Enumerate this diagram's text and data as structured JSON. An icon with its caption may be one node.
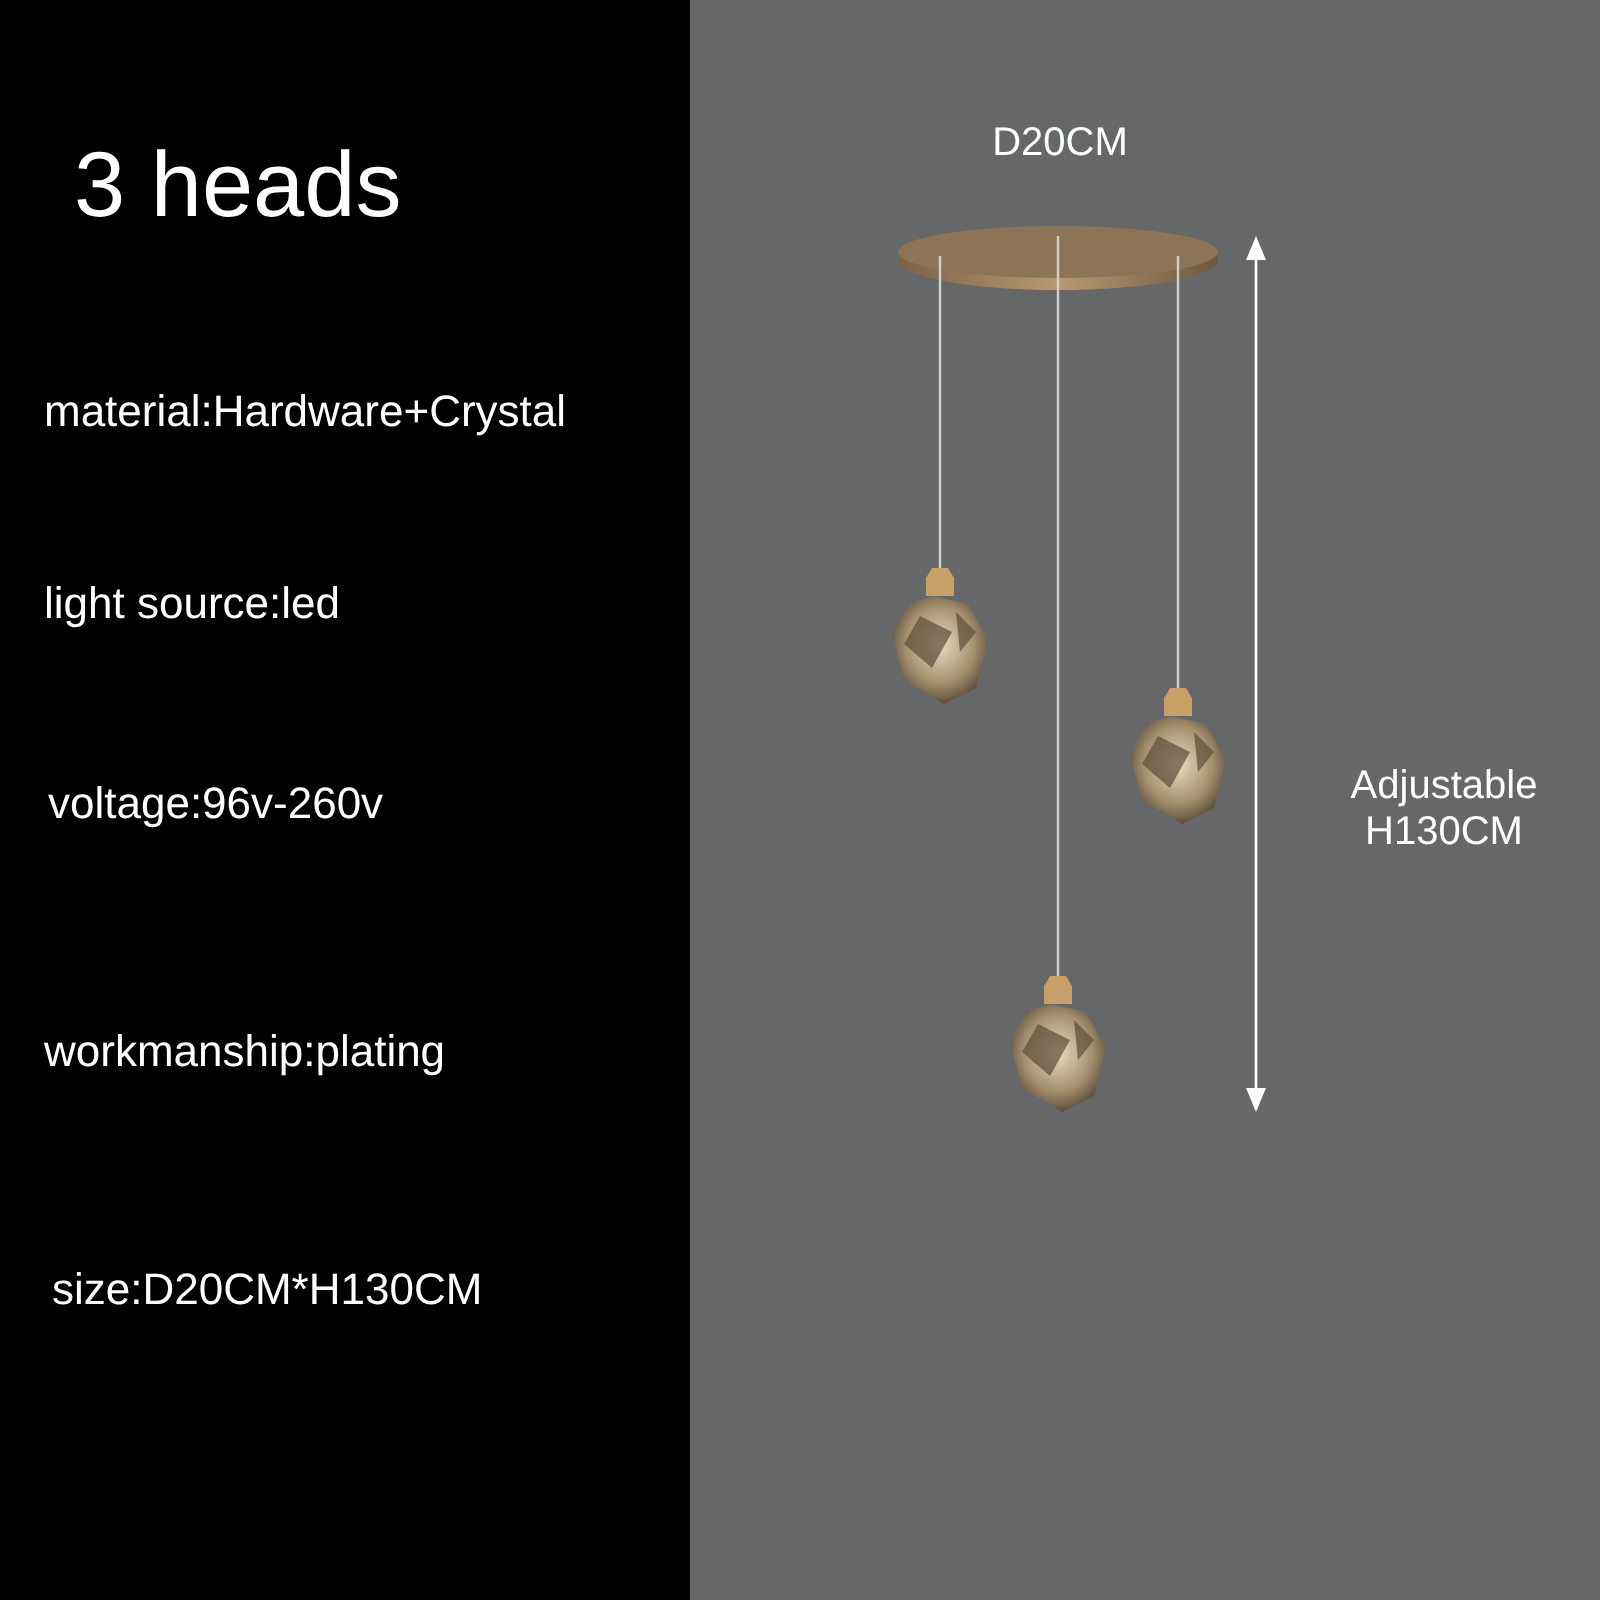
{
  "diagram": {
    "title": "3 heads",
    "labels": [
      "material:Hardware+Crystal",
      "light source:led",
      "voltage:96v-260v",
      "workmanship:plating",
      "size:D20CM*H130CM",
      "D20CM",
      "Adjustable H130CM"
    ]
  }
}
